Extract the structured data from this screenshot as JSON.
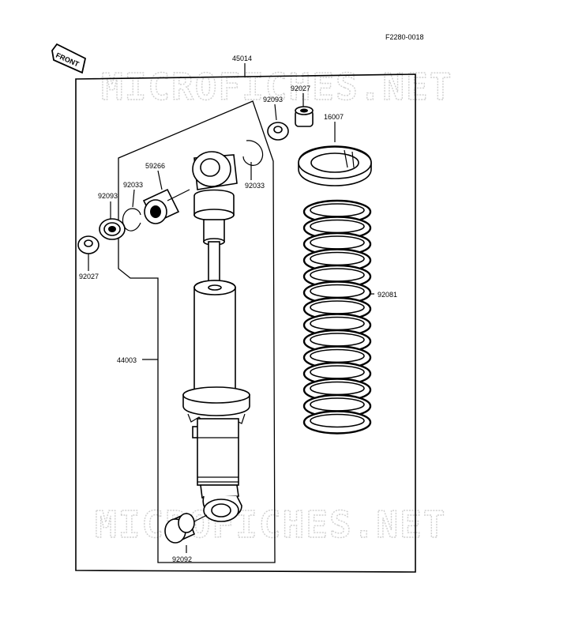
{
  "diagram": {
    "figure_code": "F2280-0018",
    "front_label": "FRONT",
    "watermark": "MICROFICHES.NET",
    "parts": [
      {
        "id": "p45014",
        "number": "45014"
      },
      {
        "id": "p92027a",
        "number": "92027"
      },
      {
        "id": "p92093a",
        "number": "92093"
      },
      {
        "id": "p16007",
        "number": "16007"
      },
      {
        "id": "p59266",
        "number": "59266"
      },
      {
        "id": "p92033a",
        "number": "92033"
      },
      {
        "id": "p92033b",
        "number": "92033"
      },
      {
        "id": "p92093b",
        "number": "92093"
      },
      {
        "id": "p92027b",
        "number": "92027"
      },
      {
        "id": "p92081",
        "number": "92081"
      },
      {
        "id": "p44003",
        "number": "44003"
      },
      {
        "id": "p92092",
        "number": "92092"
      }
    ]
  }
}
